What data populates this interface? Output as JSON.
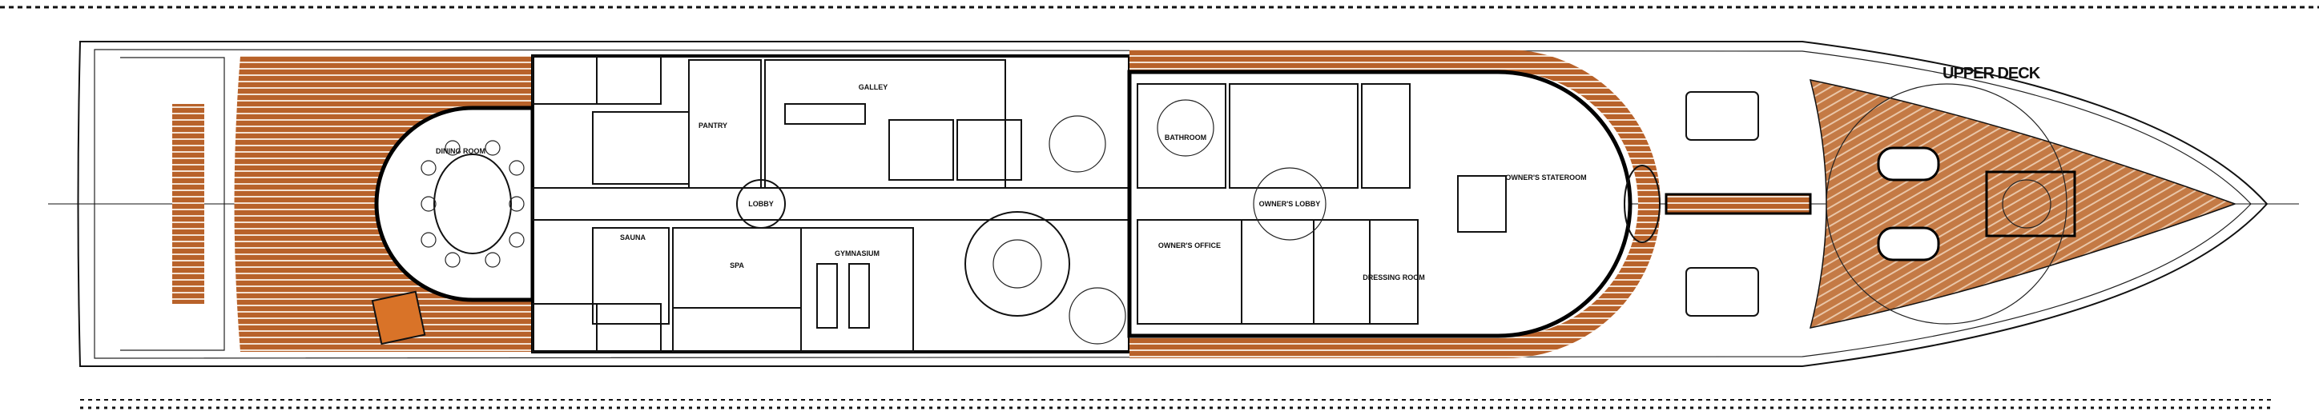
{
  "title": "UPPER DECK",
  "colors": {
    "teak": "#b8622a",
    "line": "#111111",
    "background": "#ffffff"
  },
  "rooms": [
    {
      "id": "dining",
      "label": "DINING ROOM"
    },
    {
      "id": "galley",
      "label": "GALLEY"
    },
    {
      "id": "pantry",
      "label": "PANTRY"
    },
    {
      "id": "lobby",
      "label": "LOBBY"
    },
    {
      "id": "sauna",
      "label": "SAUNA"
    },
    {
      "id": "spa",
      "label": "SPA"
    },
    {
      "id": "gym",
      "label": "GYMNASIUM"
    },
    {
      "id": "bathroom",
      "label": "BATHROOM"
    },
    {
      "id": "owners_office",
      "label": "OWNER'S OFFICE"
    },
    {
      "id": "owners_lobby",
      "label": "OWNER'S LOBBY"
    },
    {
      "id": "dressing",
      "label": "DRESSING ROOM"
    },
    {
      "id": "stateroom",
      "label": "OWNER'S STATEROOM"
    }
  ]
}
